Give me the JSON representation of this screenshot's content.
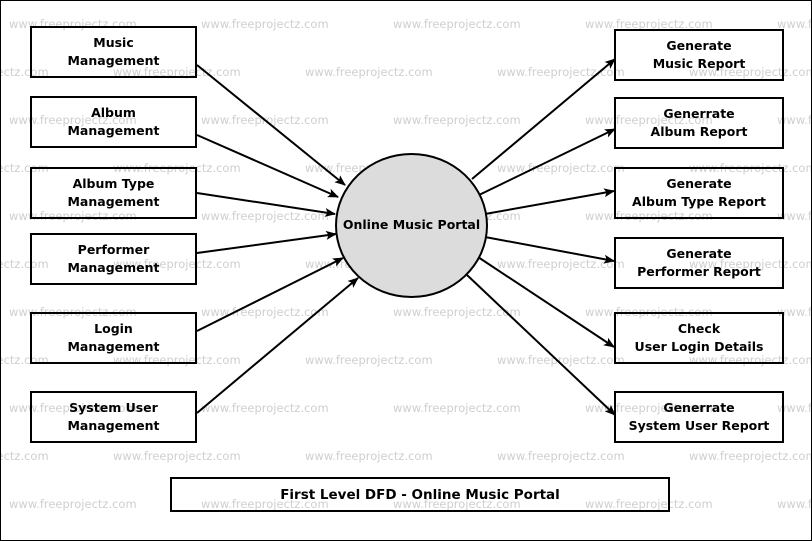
{
  "diagram": {
    "title": "First Level DFD - Online Music Portal",
    "type": "data-flow-diagram",
    "watermark_text": "www.freeprojectz.com",
    "colors": {
      "stroke": "#000000",
      "process_fill": "#dcdcdc",
      "background": "#ffffff",
      "watermark": "#cfcfcf"
    },
    "central_process": {
      "label_lines": [
        "Online",
        "Music",
        "Portal"
      ],
      "shape": "ellipse"
    },
    "inputs": [
      {
        "id": "music-management",
        "lines": [
          "Music",
          "Management"
        ]
      },
      {
        "id": "album-management",
        "lines": [
          "Album",
          "Management"
        ]
      },
      {
        "id": "album-type-management",
        "lines": [
          "Album Type",
          "Management"
        ]
      },
      {
        "id": "performer-management",
        "lines": [
          "Performer",
          "Management"
        ]
      },
      {
        "id": "login-management",
        "lines": [
          "Login",
          "Management"
        ]
      },
      {
        "id": "system-user-management",
        "lines": [
          "System User",
          "Management"
        ]
      }
    ],
    "outputs": [
      {
        "id": "generate-music-report",
        "lines": [
          "Generate",
          "Music Report"
        ]
      },
      {
        "id": "generate-album-report",
        "lines": [
          "Generrate",
          "Album Report"
        ]
      },
      {
        "id": "generate-album-type-report",
        "lines": [
          "Generate",
          "Album Type Report"
        ]
      },
      {
        "id": "generate-performer-report",
        "lines": [
          "Generate",
          "Performer Report"
        ]
      },
      {
        "id": "check-user-login-details",
        "lines": [
          "Check",
          "User Login Details"
        ]
      },
      {
        "id": "generate-system-user-report",
        "lines": [
          "Generrate",
          "System User Report"
        ]
      }
    ],
    "flows": [
      {
        "from": "music-management",
        "to": "central-process"
      },
      {
        "from": "album-management",
        "to": "central-process"
      },
      {
        "from": "album-type-management",
        "to": "central-process"
      },
      {
        "from": "performer-management",
        "to": "central-process"
      },
      {
        "from": "login-management",
        "to": "central-process"
      },
      {
        "from": "system-user-management",
        "to": "central-process"
      },
      {
        "from": "central-process",
        "to": "generate-music-report"
      },
      {
        "from": "central-process",
        "to": "generate-album-report"
      },
      {
        "from": "central-process",
        "to": "generate-album-type-report"
      },
      {
        "from": "central-process",
        "to": "generate-performer-report"
      },
      {
        "from": "central-process",
        "to": "check-user-login-details"
      },
      {
        "from": "central-process",
        "to": "generate-system-user-report"
      }
    ]
  }
}
